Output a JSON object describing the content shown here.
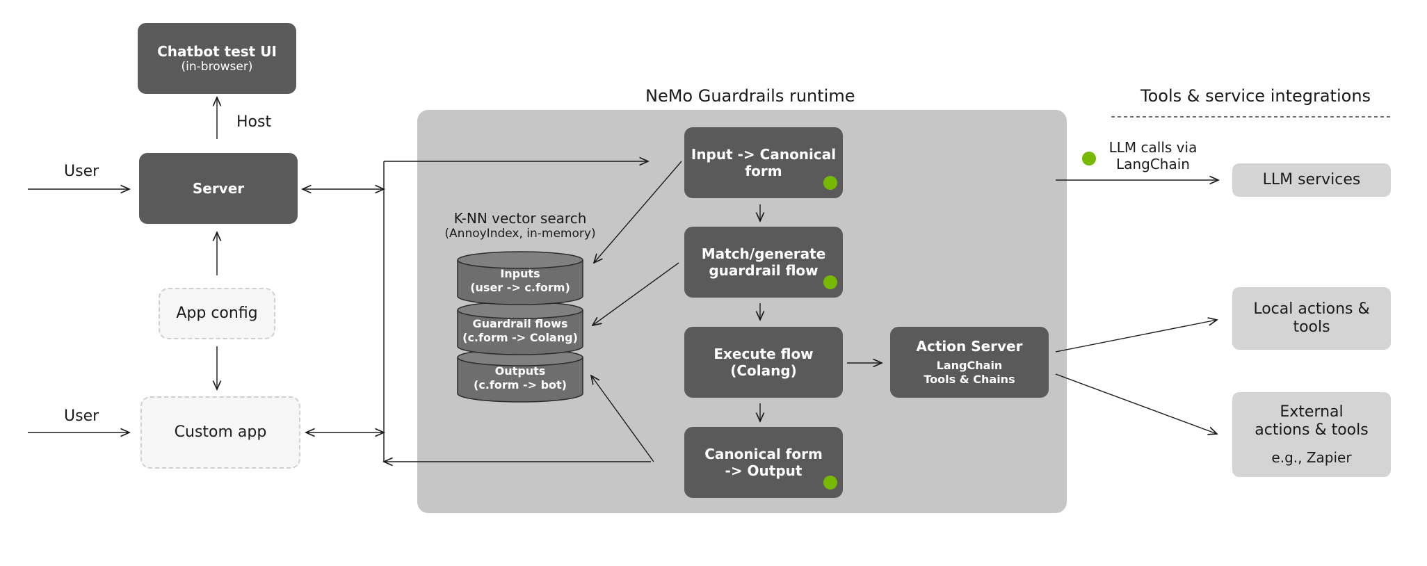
{
  "chatbot": {
    "title": "Chatbot test UI",
    "subtitle": "(in-browser)"
  },
  "host_label": "Host",
  "server": {
    "label": "Server"
  },
  "user_top": "User",
  "user_bottom": "User",
  "app_config": "App config",
  "custom_app": "Custom app",
  "runtime": {
    "title": "NeMo Guardrails runtime",
    "knn": {
      "title": "K-NN vector search",
      "subtitle": "(AnnoyIndex, in-memory)"
    },
    "db": [
      {
        "line1": "Inputs",
        "line2": "(user -> c.form)"
      },
      {
        "line1": "Guardrail flows",
        "line2": "(c.form -> Colang)"
      },
      {
        "line1": "Outputs",
        "line2": "(c.form -> bot)"
      }
    ],
    "steps": [
      {
        "line1": "Input -> Canonical",
        "line2": "form"
      },
      {
        "line1": "Match/generate",
        "line2": "guardrail flow"
      },
      {
        "line1": "Execute flow",
        "line2": "(Colang)"
      },
      {
        "line1": "Canonical form",
        "line2": "-> Output"
      }
    ],
    "action_server": {
      "title": "Action Server",
      "line1": "LangChain",
      "line2": "Tools & Chains"
    }
  },
  "tools": {
    "title": "Tools & service integrations",
    "llm_calls": {
      "line1": "LLM calls via",
      "line2": "LangChain"
    },
    "llm_services": "LLM services",
    "local": {
      "line1": "Local actions &",
      "line2": "tools"
    },
    "external": {
      "line1": "External",
      "line2": "actions & tools",
      "line3": "e.g., Zapier"
    }
  },
  "colors": {
    "dark_box": "#5a5a5a",
    "light_box": "#d4d4d4",
    "runtime_bg": "#c6c6c6",
    "accent_green": "#76b900"
  }
}
